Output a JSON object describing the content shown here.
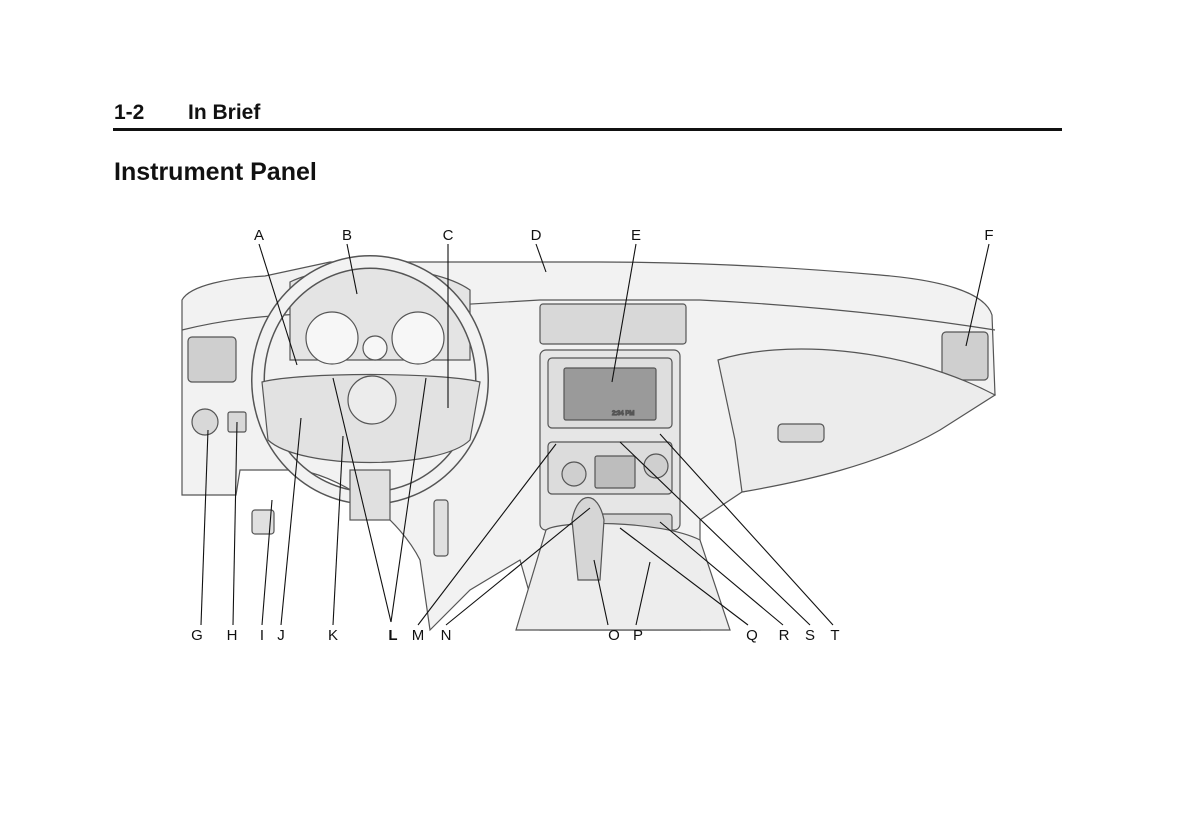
{
  "header": {
    "page_number": "1-2",
    "chapter_title": "In Brief"
  },
  "section": {
    "title": "Instrument Panel"
  },
  "figure": {
    "callouts_top": [
      "A",
      "B",
      "C",
      "D",
      "E",
      "F"
    ],
    "callouts_bottom": [
      "G",
      "H",
      "I",
      "J",
      "K",
      "L",
      "M",
      "N",
      "O",
      "P",
      "Q",
      "R",
      "S",
      "T"
    ],
    "display_clock": "2:34 PM"
  }
}
